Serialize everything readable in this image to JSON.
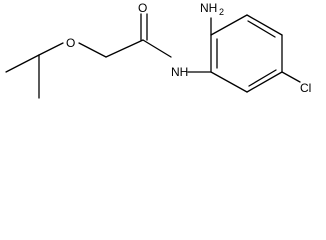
{
  "molecule": {
    "atoms": {
      "amine": "NH",
      "amine_subscript": "2",
      "amide_nitrogen": "NH",
      "carbonyl_oxygen": "O",
      "ether_oxygen": "O",
      "chlorine": "Cl"
    }
  },
  "colors": {
    "bond": "#000000",
    "background": "#ffffff"
  }
}
